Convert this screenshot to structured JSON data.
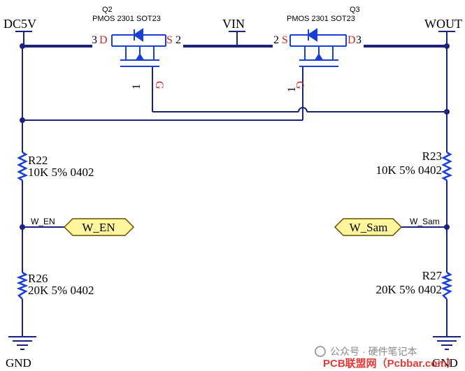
{
  "power": {
    "dc5v": "DC5V",
    "vin": "VIN",
    "wout": "WOUT"
  },
  "ground": {
    "left": "GND",
    "right": "GND"
  },
  "transistors": {
    "q2": {
      "designator": "Q2",
      "part": "PMOS 2301 SOT23",
      "pin_d_num": "3",
      "pin_d": "D",
      "pin_s": "S",
      "pin_s_num": "2",
      "pin_g": "G",
      "pin_g_num": "1"
    },
    "q3": {
      "designator": "Q3",
      "part": "PMOS 2301 SOT23",
      "pin_s_num": "2",
      "pin_s": "S",
      "pin_d": "D",
      "pin_d_num": "3",
      "pin_g": "G",
      "pin_g_num": "1"
    }
  },
  "resistors": {
    "r22": {
      "designator": "R22",
      "value": "10K 5% 0402"
    },
    "r26": {
      "designator": "R26",
      "value": "20K 5% 0402"
    },
    "r23": {
      "designator": "R23",
      "value": "10K 5% 0402"
    },
    "r27": {
      "designator": "R27",
      "value": "20K 5% 0402"
    }
  },
  "nets": {
    "w_en_wire": "W_EN",
    "w_en_port": "W_EN",
    "w_sam_wire": "W_Sam",
    "w_sam_port": "W_Sam"
  },
  "watermark": {
    "line1": "公众号 · 硬件笔记本",
    "line2": "PCB联盟网（Pcbbar.com）"
  },
  "colors": {
    "wire": "#1a237e",
    "component": "#1a3fd6",
    "pin_label": "#c62828",
    "text": "#000000",
    "port_fill": "#fff59d",
    "port_stroke": "#6d4c00",
    "watermark_red": "#e53935",
    "watermark_gray": "#8a8a8a"
  }
}
